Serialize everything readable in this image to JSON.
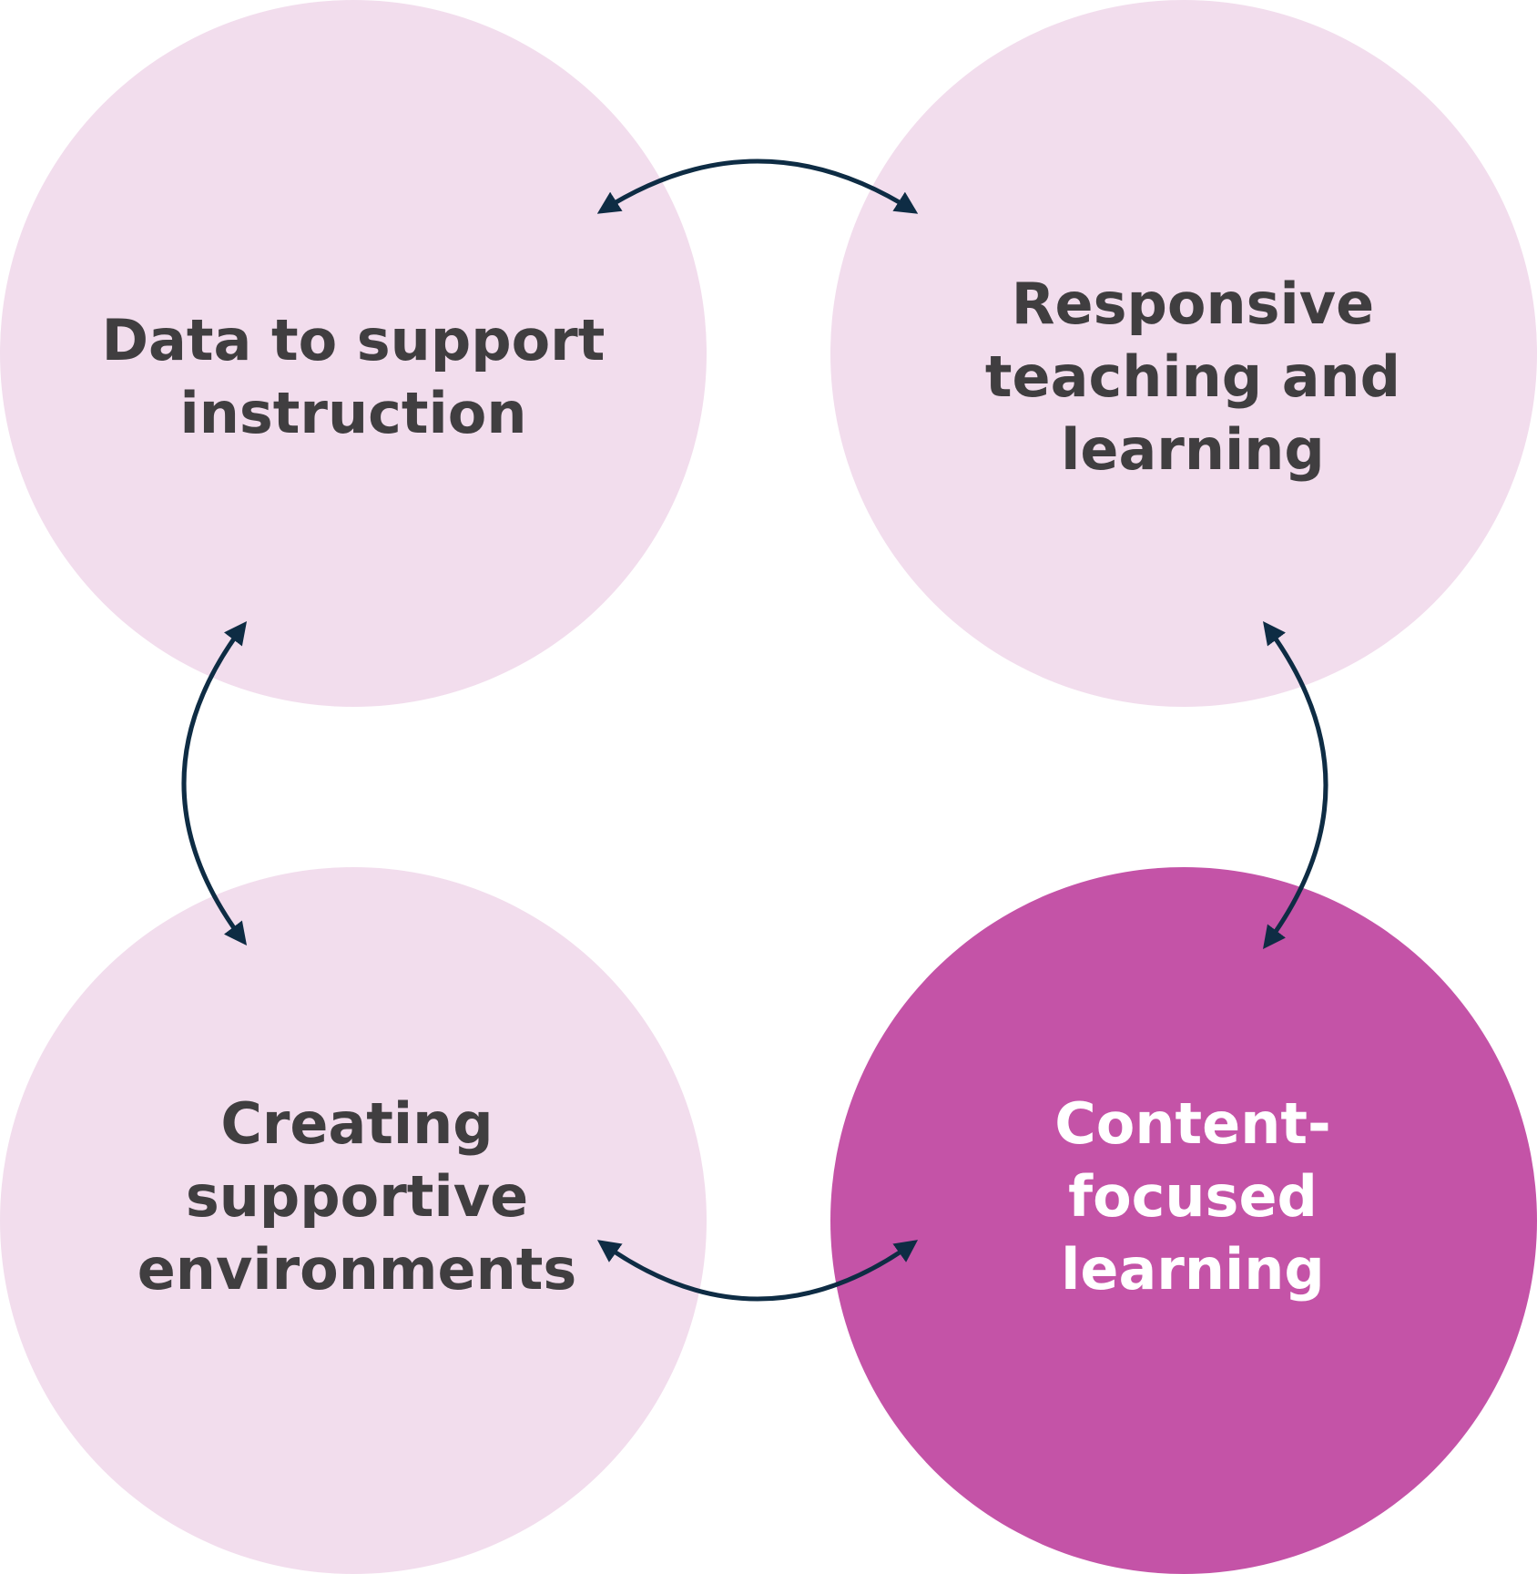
{
  "colors": {
    "circle_light": "#f2dded",
    "circle_accent": "#c453a7",
    "text_dark": "#403e40",
    "text_light": "#ffffff",
    "arrow": "#0e2c44"
  },
  "nodes": [
    {
      "id": "data",
      "lines": [
        "Data to support",
        "instruction"
      ],
      "highlighted": false
    },
    {
      "id": "responsive",
      "lines": [
        "Responsive",
        "teaching and",
        "learning"
      ],
      "highlighted": false
    },
    {
      "id": "environments",
      "lines": [
        "Creating",
        "supportive",
        "environments"
      ],
      "highlighted": false
    },
    {
      "id": "content",
      "lines": [
        "Content-",
        "focused",
        "learning"
      ],
      "highlighted": true
    }
  ],
  "connections": [
    {
      "from": "data",
      "to": "responsive",
      "direction": "both"
    },
    {
      "from": "responsive",
      "to": "content",
      "direction": "both"
    },
    {
      "from": "content",
      "to": "environments",
      "direction": "both"
    },
    {
      "from": "environments",
      "to": "data",
      "direction": "both"
    }
  ]
}
